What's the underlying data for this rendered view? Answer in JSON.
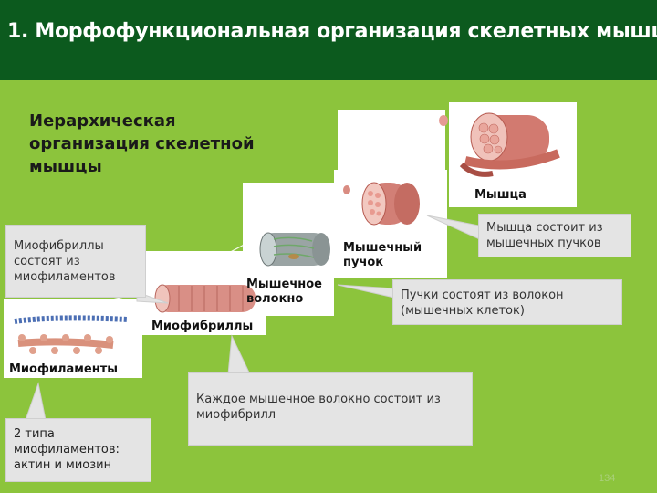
{
  "header": {
    "title": "1. Морфофункциональная организация скелетных мышц"
  },
  "main_heading": "Иерархическая организация скелетной мышцы",
  "labels": {
    "muscle": "Мышца",
    "bundle": "Мышечный пучок",
    "fiber": "Мышечное волокно",
    "myofibrils": "Миофибриллы",
    "myofilaments": "Миофиламенты"
  },
  "callouts": {
    "muscle": "Мышца состоит из мышечных пучков",
    "bundle": "Пучки состоят из волокон (мышечных клеток)",
    "fiber": "Каждое мышечное волокно состоит из миофибрилл",
    "myofibrils": "Миофибриллы состоят из миофиламентов",
    "myofilaments": "2 типа миофиламентов: актин и миозин"
  },
  "page_number": "134",
  "colors": {
    "header": "#0c5a1e",
    "background": "#8cc43c",
    "callout": "#e4e4e4",
    "tissue": "#d9867a"
  }
}
